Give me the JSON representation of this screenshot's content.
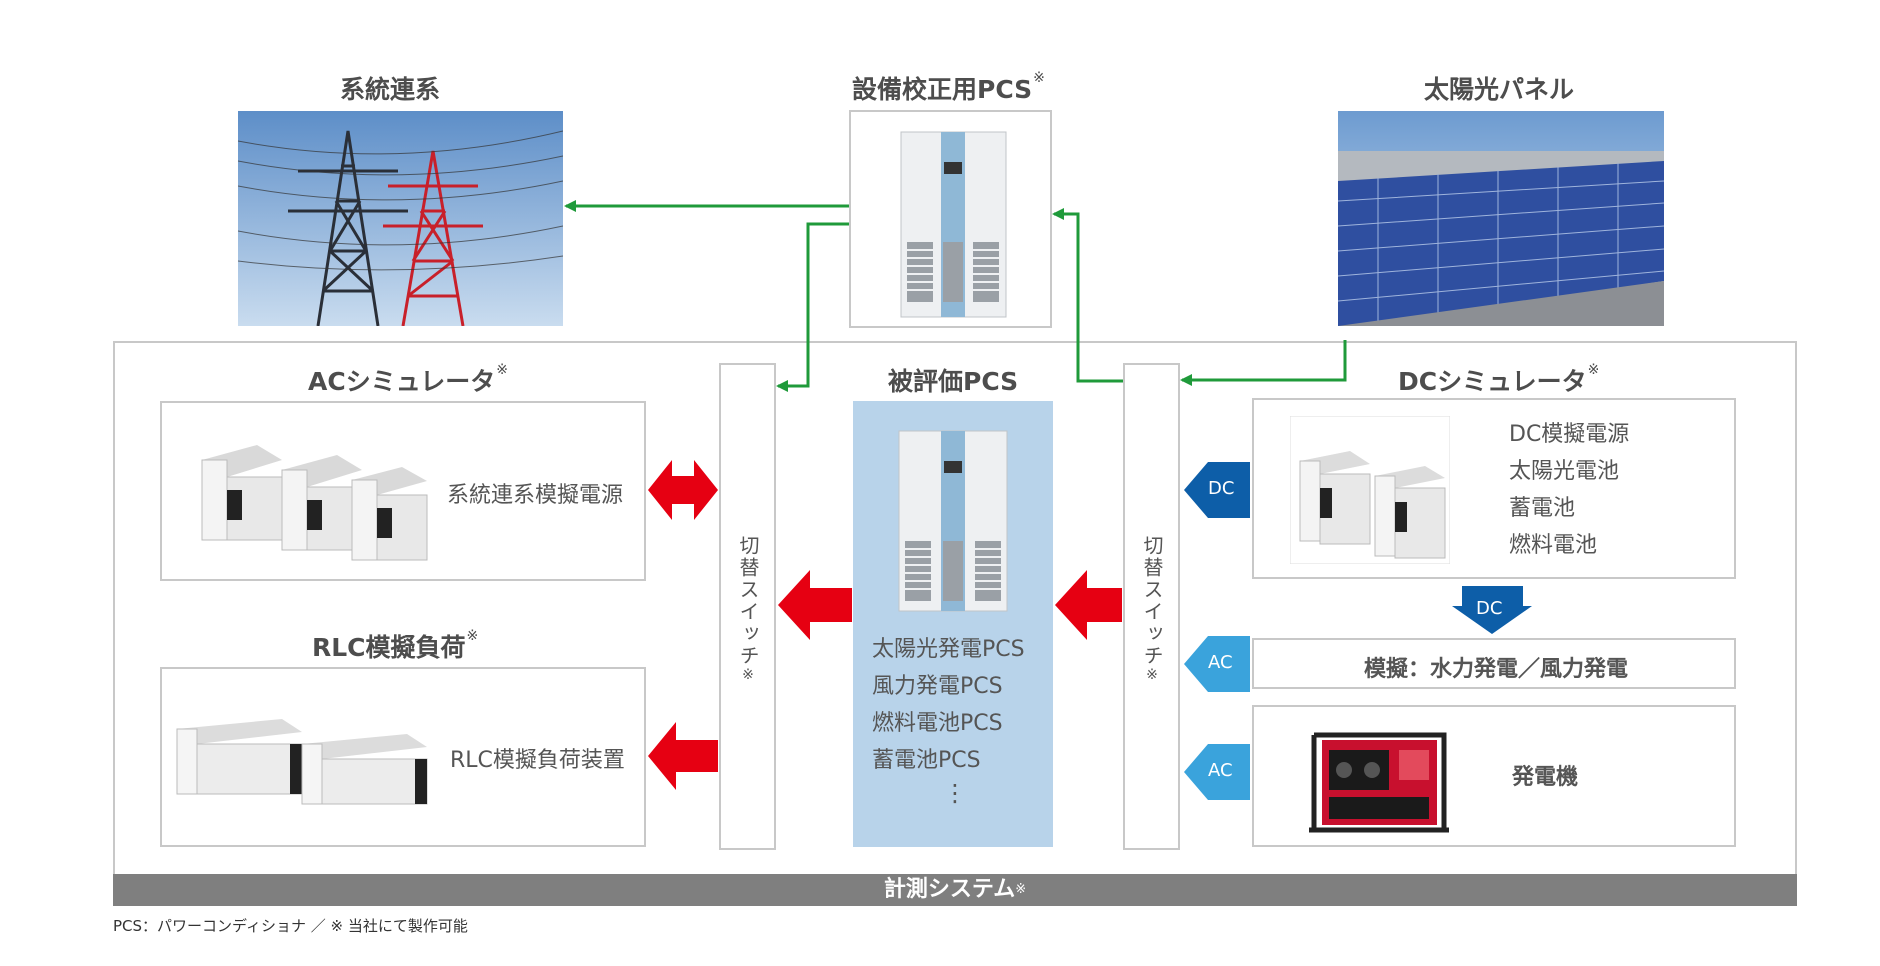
{
  "titles": {
    "grid": "系統連系",
    "calib_pcs": "設備校正用PCS",
    "solar_panel": "太陽光パネル",
    "ac_sim": "ACシミュレータ",
    "eval_pcs": "被評価PCS",
    "dc_sim": "DCシミュレータ",
    "rlc": "RLC模擬負荷",
    "measurement": "計測システム"
  },
  "mark": "※",
  "ac_sim_label": "系統連系模擬電源",
  "rlc_label": "RLC模擬負荷装置",
  "switch_label": "切替スイッチ",
  "eval_pcs_list": [
    "太陽光発電PCS",
    "風力発電PCS",
    "燃料電池PCS",
    "蓄電池PCS",
    "⋮"
  ],
  "dc_sim_list": [
    "DC模擬電源",
    "太陽光電池",
    "蓄電池",
    "燃料電池"
  ],
  "hydro_wind": "模擬：水力発電／風力発電",
  "generator": "発電機",
  "arrow_dc": "DC",
  "arrow_ac": "AC",
  "footnote": "PCS：パワーコンディショナ ／ ※ 当社にて製作可能",
  "colors": {
    "green": "#1f9a3a",
    "red": "#e60012",
    "dark_blue": "#0d5ea8",
    "light_blue": "#3aa3dc",
    "pcs_panel": "#b8d3ea",
    "bar": "#7f7f7f"
  }
}
